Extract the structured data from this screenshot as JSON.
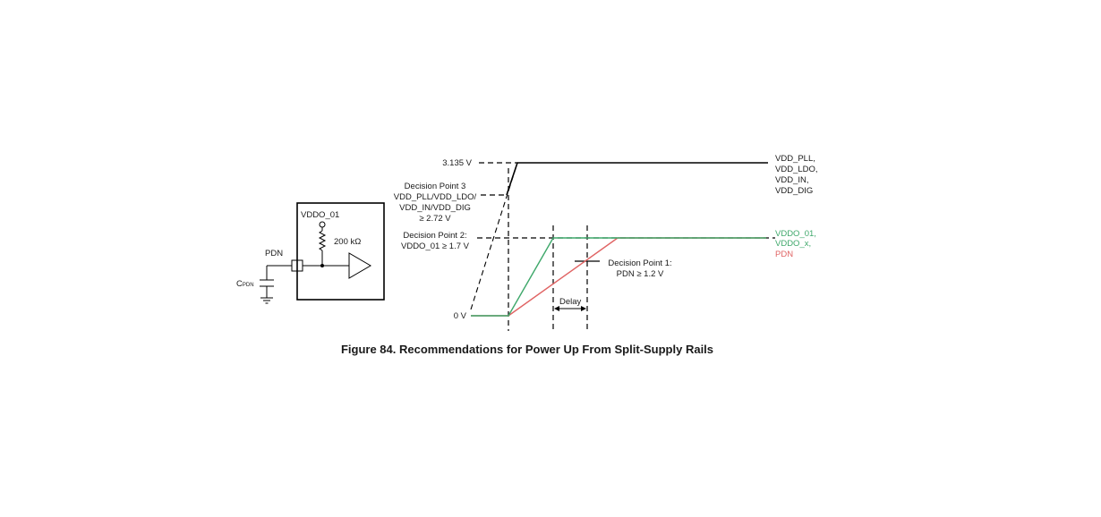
{
  "colors": {
    "supply": "#000000",
    "vddo": "#3fa86b",
    "pdn": "#e06464",
    "text": "#1a1a1a"
  },
  "circuit": {
    "block_label": "VDDO_01",
    "resistor_label": "200 kΩ",
    "pin_label": "PDN",
    "cap_label_main": "C",
    "cap_label_sub": "PDN"
  },
  "timing": {
    "level_3135": "3.135 V",
    "level_0": "0 V",
    "decision_point_3": [
      "Decision Point 3",
      "VDD_PLL/VDD_LDO/",
      "VDD_IN/VDD_DIG",
      "≥ 2.72 V"
    ],
    "decision_point_2": [
      "Decision Point 2:",
      "VDDO_01 ≥ 1.7 V"
    ],
    "decision_point_1": [
      "Decision Point 1:",
      "PDN ≥ 1.2 V"
    ],
    "delay_label": "Delay",
    "supply_legend": [
      "VDD_PLL,",
      "VDD_LDO,",
      "VDD_IN,",
      "VDD_DIG"
    ],
    "vddo_legend": [
      "VDDO_01,",
      "VDDO_x,"
    ],
    "pdn_legend": "PDN"
  },
  "caption": "Figure 84.  Recommendations for Power Up From Split-Supply Rails"
}
